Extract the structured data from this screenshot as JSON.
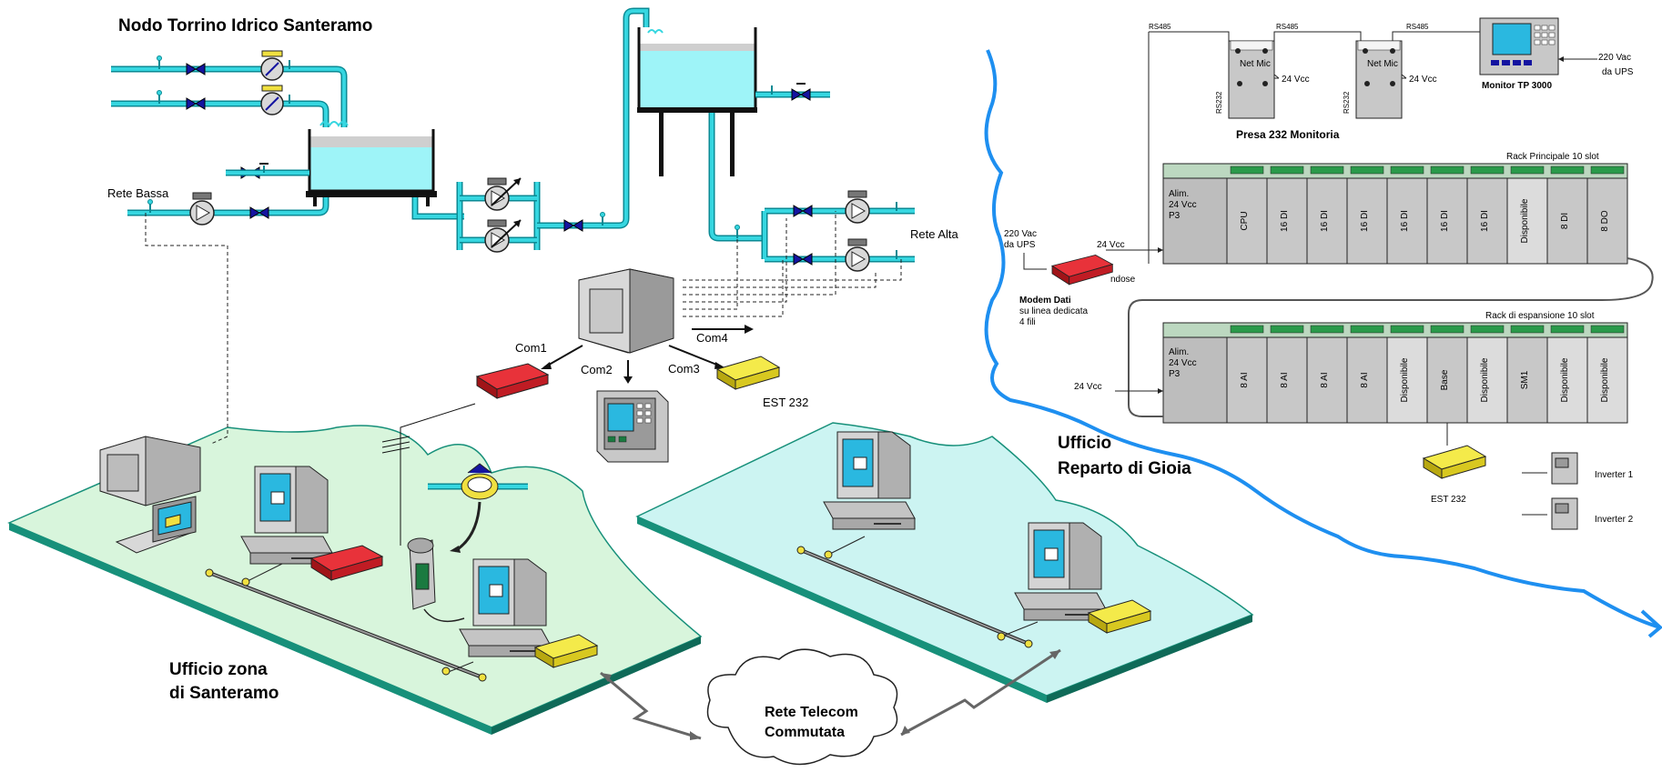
{
  "titles": {
    "nodo": "Nodo Torrino Idrico Santeramo",
    "ufficio_santeramo_1": "Ufficio zona",
    "ufficio_santeramo_2": "di Santeramo",
    "ufficio_gioia_1": "Ufficio",
    "ufficio_gioia_2": "Reparto di Gioia",
    "cloud_1": "Rete Telecom",
    "cloud_2": "Commutata"
  },
  "hydraulics": {
    "rete_bassa": "Rete Bassa",
    "rete_alta": "Rete Alta"
  },
  "ports": {
    "com1": "Com1",
    "com2": "Com2",
    "com3": "Com3",
    "com4": "Com4",
    "est232": "EST 232"
  },
  "plc": {
    "rs485_labels": [
      "RS485",
      "RS485",
      "RS485"
    ],
    "netmic_1": "Net Mic",
    "netmic_2": "Net Mic",
    "v24_a": "24 Vcc",
    "v24_b": "24 Vcc",
    "rs232_1": "RS232",
    "rs232_2": "RS232",
    "presa": "Presa 232 Monitoria",
    "monitor_label": "Monitor TP 3000",
    "ups_1": "220 Vac",
    "ups_2": "da UPS",
    "rack_principale": "Rack Principale 10 slot",
    "rack_espansione": "Rack di espansione 10 slot",
    "alim_1": "Alim.",
    "alim_2": "24 Vcc",
    "alim_3": "P3",
    "rack1_slots": [
      "CPU",
      "16 DI",
      "16 DI",
      "16 DI",
      "16 DI",
      "16 DI",
      "16 DI",
      "Disponibile",
      "8 DI",
      "8 DO"
    ],
    "rack2_slots": [
      "8 AI",
      "8 AI",
      "8 AI",
      "8 AI",
      "Disponibile",
      "Base",
      "Disponibile",
      "SM1",
      "Disponibile",
      "Disponibile"
    ],
    "vin_24_1": "24 Vcc",
    "vin_24_2": "24 Vcc",
    "ups220_1": "220 Vac",
    "ups220_2": "da UPS",
    "modem_1": "Modem Dati",
    "modem_2": "su linea dedicata",
    "modem_3": "4 fili",
    "modem_side": "ndose",
    "est232_b": "EST 232",
    "inverter_1": "Inverter 1",
    "inverter_2": "Inverter 2"
  },
  "colors": {
    "pipe": "#36d6e0",
    "pipe_dark": "#0a8a94",
    "water": "#9ef4f8",
    "valve": "#1414a0",
    "platform_left": "#d8f5dc",
    "platform_right": "#ccf4f2",
    "platform_edge": "#17907a",
    "river": "#1e8ff0",
    "modem_red": "#d8202a",
    "gold": "#f0e040"
  }
}
